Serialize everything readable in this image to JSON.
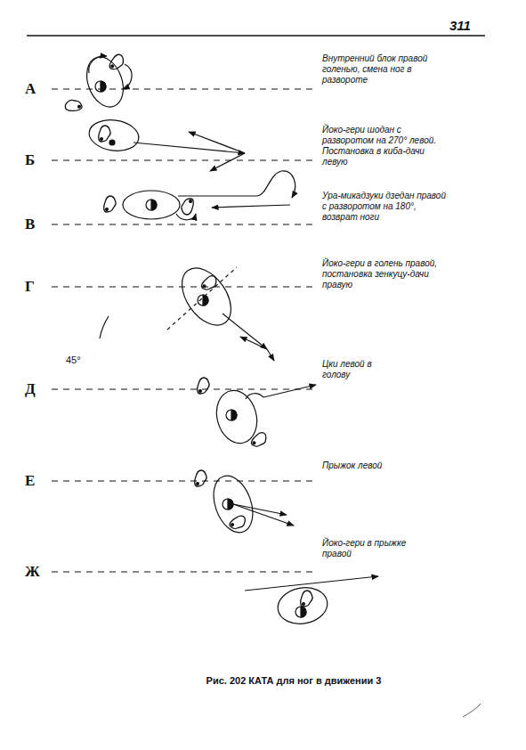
{
  "diagram": {
    "caption": "Рис. 202 КАТА для ног в движении 3",
    "labels": [
      "311",
      "А",
      "Внутренний блок правой голенью, смена ног в развороте",
      "Б",
      "Йоко-гери шодан с разворотом на 270° левой. Постановка в киба-дачи левую",
      "В",
      "Ура-микадзуки дзедан правой с разворотом на 180°, возврат ноги",
      "Г",
      "Йоко-гери в голень правой, постановка зенкуцу-дачи правую",
      "45°",
      "Д",
      "Цки левой в голову",
      "Е",
      "Прыжок левой",
      "Ж",
      "Йоко-гери в прыжке правой"
    ]
  }
}
